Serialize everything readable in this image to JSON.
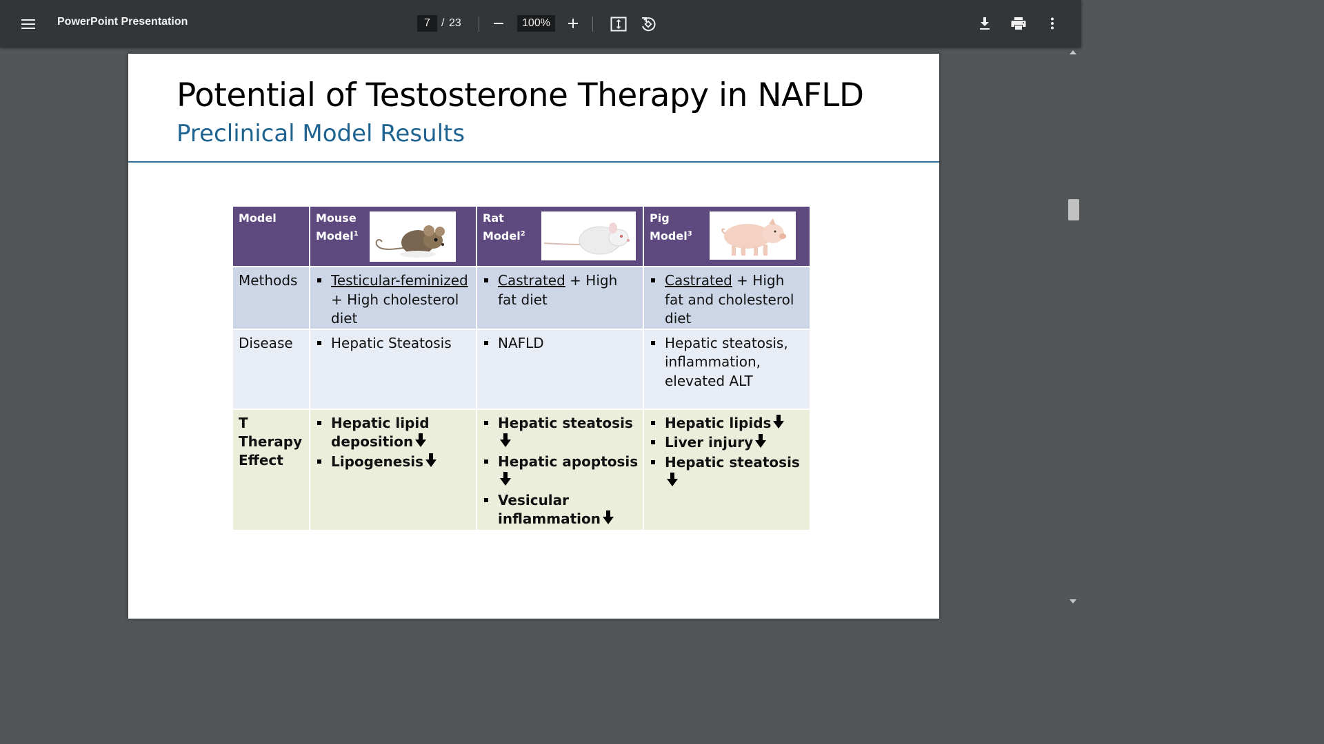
{
  "toolbar": {
    "menu_icon": "hamburger-menu-icon",
    "title": "PowerPoint Presentation",
    "page_current": "7",
    "page_separator": "/",
    "page_total": "23",
    "zoom": "100%",
    "icons": [
      "minus-icon",
      "plus-icon",
      "fit-to-page-icon",
      "rotate-icon",
      "download-icon",
      "print-icon",
      "more-vert-icon"
    ]
  },
  "slide": {
    "title": "Potential of Testosterone Therapy in NAFLD",
    "subtitle": "Preclinical Model Results",
    "table": {
      "header": {
        "model": "Model",
        "mouse_line1": "Mouse",
        "mouse_line2": "Model",
        "mouse_ref": "1",
        "rat_line1": "Rat",
        "rat_line2": "Model",
        "rat_ref": "2",
        "pig_line1": "Pig",
        "pig_line2": "Model",
        "pig_ref": "3"
      },
      "methods": {
        "label": "Methods",
        "mouse_u": "Testicular-feminized",
        "mouse_rest": " + High cholesterol diet",
        "rat_u": "Castrated",
        "rat_rest": " + High fat diet",
        "pig_u": "Castrated",
        "pig_rest": " + High fat and cholesterol diet"
      },
      "disease": {
        "label": "Disease",
        "mouse": "Hepatic Steatosis",
        "rat": "NAFLD",
        "pig": "Hepatic steatosis, inflammation, elevated ALT"
      },
      "effect": {
        "label_line1": "T Therapy",
        "label_line2": "Effect",
        "mouse": [
          "Hepatic lipid deposition",
          "Lipogenesis"
        ],
        "rat": [
          "Hepatic steatosis",
          "Hepatic apoptosis",
          "Vesicular inflammation"
        ],
        "pig": [
          "Hepatic lipids",
          "Liver injury",
          "Hepatic steatosis"
        ],
        "arrow_icon": "down-arrow-icon"
      }
    }
  },
  "colors": {
    "toolbar_bg": "#323639",
    "viewer_bg": "#525659",
    "header_purple": "#5f4a7f",
    "methods_row": "#cdd6e6",
    "disease_row": "#e8ecf4",
    "effect_row": "#eaeedb",
    "subtitle_blue": "#1f6391"
  }
}
